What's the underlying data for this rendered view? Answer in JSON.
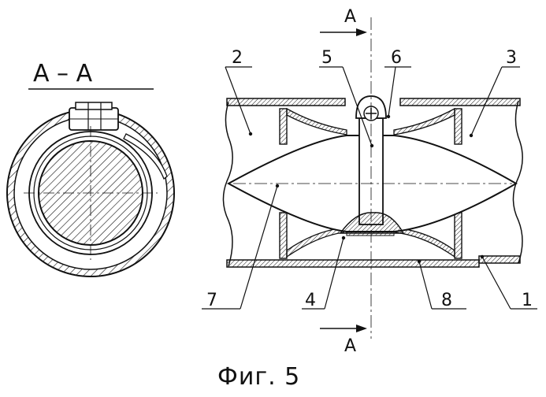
{
  "section": {
    "title": "A  –  A",
    "marker_top": "A",
    "marker_bottom": "A"
  },
  "callouts": [
    "1",
    "2",
    "3",
    "4",
    "5",
    "6",
    "7",
    "8"
  ],
  "caption": "Фиг. 5",
  "colors": {
    "ink": "#111111",
    "paper": "#ffffff"
  }
}
